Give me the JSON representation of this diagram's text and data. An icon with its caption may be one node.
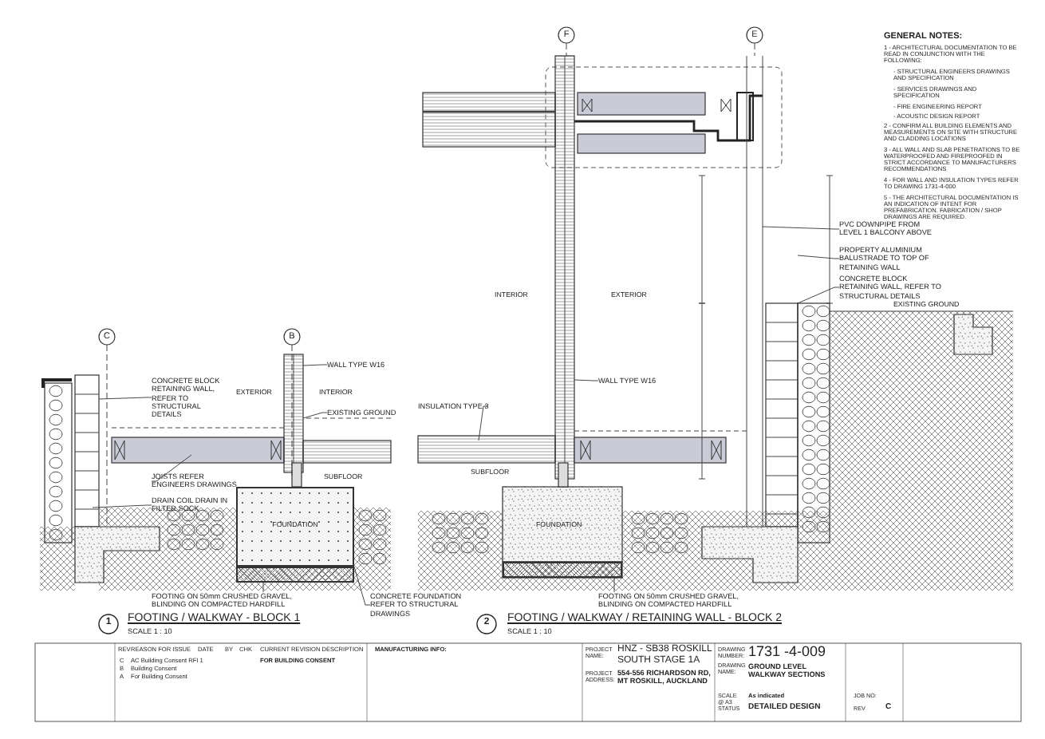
{
  "diagram": {
    "nodes": [
      {
        "text": [
          "WALL TYPE W16"
        ]
      },
      {
        "text": [
          "CONCRETE BLOCK RETAINING WALL, REFER TO STRUCTURAL DETAILS"
        ]
      },
      {
        "text": [
          "EXISTING GROUND"
        ]
      },
      {
        "text": [
          "JOISTS REFER ENGINEERS DRAWINGS"
        ]
      },
      {
        "text": [
          "DRAIN COIL DRAIN IN FILTER SOCK"
        ]
      },
      {
        "text": [
          "FOOTING ON 50mm CRUSHED GRAVEL, BLINDING ON COMPACTED HARDFILL"
        ]
      },
      {
        "text": [
          "CONCRETE FOUNDATION REFER TO STRUCTURAL DRAWINGS"
        ]
      },
      {
        "text": [
          "INSULATION TYPE 3"
        ]
      },
      {
        "text": [
          "WALL TYPE W16"
        ]
      },
      {
        "text": [
          "FOOTING ON 50mm CRUSHED GRAVEL, BLINDING ON COMPACTED HARDFILL"
        ]
      },
      {
        "text": [
          "PVC DOWNPIPE FROM LEVEL 1 BALCONY ABOVE"
        ]
      },
      {
        "text": [
          "PROPERTY ALUMINIUM BALUSTRADE TO TOP OF RETAINING WALL"
        ]
      },
      {
        "text": [
          "CONCRETE BLOCK RETAINING WALL, REFER TO STRUCTURAL DETAILS"
        ]
      },
      {
        "text": [],
        "shape": "bar"
      },
      {
        "text": [
          "FOUNDATION"
        ]
      },
      {
        "text": [],
        "shape": "bar"
      }
    ],
    "edges": [
      {
        "from": 0,
        "to": null,
        "arrow": "none"
      },
      {
        "from": 1,
        "to": null,
        "arrow": "none"
      },
      {
        "from": 2,
        "to": null,
        "arrow": "none"
      },
      {
        "from": 3,
        "to": null,
        "arrow": "none"
      },
      {
        "from": 4,
        "to": null,
        "arrow": "none"
      },
      {
        "from": 5,
        "to": 13,
        "arrow": "none"
      },
      {
        "from": 6,
        "to": 14,
        "arrow": "none"
      },
      {
        "from": 7,
        "to": null,
        "arrow": "none"
      },
      {
        "from": 8,
        "to": null,
        "arrow": "none"
      },
      {
        "from": 9,
        "to": 15,
        "arrow": "none"
      },
      {
        "from": 10,
        "to": null,
        "arrow": "none"
      },
      {
        "from": 11,
        "to": null,
        "arrow": "none"
      },
      {
        "from": 12,
        "to": null,
        "arrow": "none"
      }
    ],
    "labels": [
      "C",
      "B",
      "F",
      "E",
      "EXTERIOR",
      "INTERIOR",
      "SUBFLOOR",
      "INTERIOR",
      "EXTERIOR",
      "SUBFLOOR",
      "FOUNDATION",
      "1",
      "FOOTING / WALKWAY - BLOCK 1",
      "SCALE 1 : 10",
      "2",
      "FOOTING / WALKWAY / RETAINING WALL - BLOCK 2",
      "SCALE 1 : 10",
      "GENERAL NOTES:",
      "1 - ARCHITECTURAL DOCUMENTATION TO BE READ IN CONJUNCTION WITH THE FOLLOWING:",
      "- STRUCTURAL ENGINEERS DRAWINGS AND SPECIFICATION",
      "- SERVICES DRAWINGS AND SPECIFICATION",
      "- FIRE ENGINEERING REPORT",
      "- ACOUSTIC DESIGN REPORT",
      "2 - CONFIRM ALL BUILDING ELEMENTS AND MEASUREMENTS ON SITE WITH STRUCTURE AND CLADDING LOCATIONS",
      "3 - ALL WALL AND SLAB PENETRATIONS TO BE WATERPROOFED AND FIREPROOFED IN STRICT ACCORDANCE TO MANUFACTURERS RECOMMENDATIONS",
      "4 - FOR WALL AND INSULATION TYPES REFER TO DRAWING 1731-4-000",
      "5 - THE ARCHITECTURAL DOCUMENTATION IS AN INDICATION OF INTENT FOR PREFABRICATION. FABRICATION / SHOP DRAWINGS ARE REQUIRED.",
      "REV",
      "REASON FOR ISSUE",
      "DATE",
      "BY",
      "CHK",
      "CURRENT REVISION DESCRIPTION",
      "C",
      "AC Building Consent RFI 1",
      "B",
      "Building Consent",
      "A",
      "For Building Consent",
      "FOR BUILDING CONSENT",
      "MANUFACTURING INFO:",
      "PROJECT NAME:",
      "HNZ - SB38 ROSKILL SOUTH STAGE 1A",
      "PROJECT ADDRESS:",
      "554-556 RICHARDSON RD, MT ROSKILL, AUCKLAND",
      "DRAWING NUMBER:",
      "1731 -4-009",
      "DRAWING NAME:",
      "GROUND LEVEL WALKWAY SECTIONS",
      "SCALE @ A3",
      "As indicated",
      "JOB NO:",
      "STATUS",
      "DETAILED DESIGN",
      "REV",
      "C",
      "EXISTING GROUND"
    ]
  }
}
